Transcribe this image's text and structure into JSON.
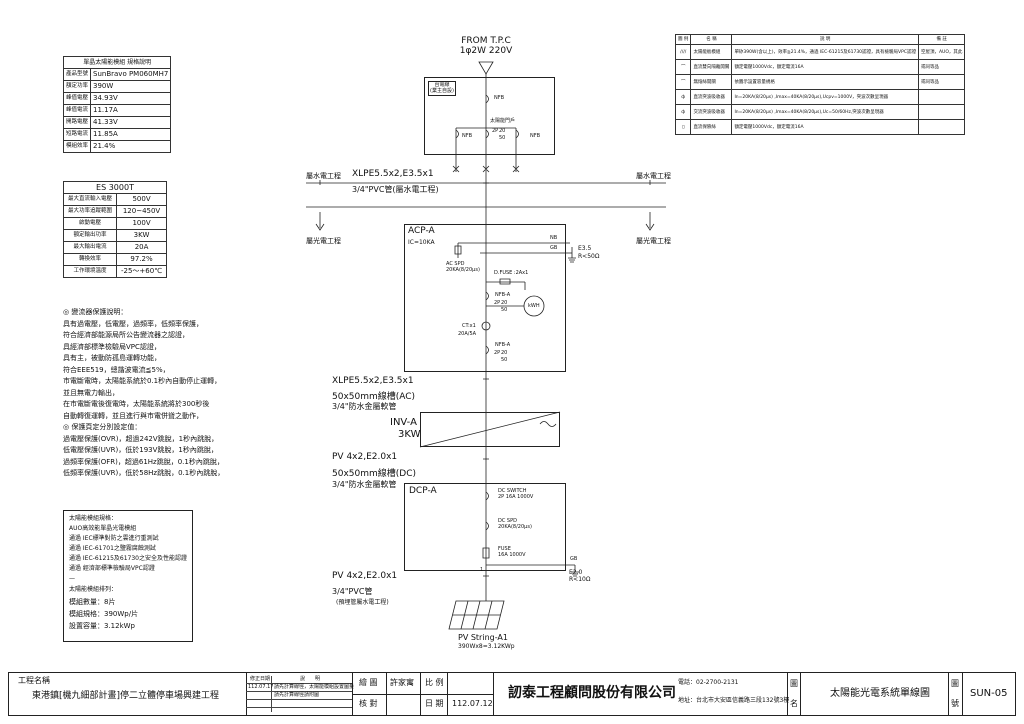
{
  "supply": {
    "from": "FROM T.P.C",
    "phase": "1φ2W 220V"
  },
  "tpc_box": {
    "note1": "台電線",
    "note2": "(業主自設)",
    "nfb_main": "NFB",
    "nfb_a": "NFB",
    "nfb_b": "NFB",
    "meter_note": "太陽能門戶",
    "meter_p": "2P",
    "meter_20": "20",
    "meter_50": "50"
  },
  "trunk": {
    "cable1": "XLPE5.5x2,E3.5x1",
    "conduit1": "3/4\"PVC管(屬水電工程)",
    "cable2": "XLPE5.5x2,E3.5x1",
    "cable2b": "50x50mm線槽(AC)",
    "conduit2": "3/4\"防水金屬軟管",
    "cable3": "PV 4x2,E2.0x1",
    "cable3b": "50x50mm線槽(DC)",
    "conduit3": "3/4\"防水金屬軟管",
    "cable4": "PV 4x2,E2.0x1",
    "conduit4": "3/4\"PVC管",
    "conduit4b": "(預埋管屬水電工程)"
  },
  "division": {
    "left_top": "屬水電工程",
    "left_bottom": "屬光電工程",
    "right_top": "屬水電工程",
    "right_bottom": "屬光電工程"
  },
  "acp": {
    "name": "ACP-A",
    "ic": "IC=10KA",
    "n": "NB",
    "gb": "GB",
    "ground1": "E3.5",
    "ground2": "R<50Ω",
    "spd1": "AC SPD",
    "spd2": "20KA(8/20μs)",
    "fuse": "D.FUSE :2Ax1",
    "nfb1": "NFB-A",
    "nfb1_p": "2P",
    "nfb1_20": "20",
    "nfb1_50": "50",
    "kwh": "kWH",
    "ct1": "CT:x1",
    "ct2": "20A/5A",
    "nfb2": "NFB-A",
    "nfb2_p": "2P",
    "nfb2_20": "20",
    "nfb2_50": "50"
  },
  "inverter": {
    "name": "INV-A",
    "rating": "3KW"
  },
  "dcp": {
    "name": "DCP-A",
    "sw1": "DC SWITCH",
    "sw2": "2P 16A 1000V",
    "spd1": "DC SPD",
    "spd2": "20KA(8/20μs)",
    "fuse1": "FUSE",
    "fuse2": "16A 1000V",
    "gb": "GB",
    "ground1": "E2.0",
    "ground2": "R<10Ω",
    "one": "1"
  },
  "pv": {
    "name": "PV String-A1",
    "spec": "390Wx8=3.12KWp"
  },
  "module_table": {
    "title": "單晶太陽能模組  規格說明",
    "rows": [
      {
        "k": "產品型號",
        "v": "SunBravo PM060MH7"
      },
      {
        "k": "額定功率",
        "v": "390W"
      },
      {
        "k": "峰值電壓",
        "v": "34.93V"
      },
      {
        "k": "峰值電流",
        "v": "11.17A"
      },
      {
        "k": "開路電壓",
        "v": "41.33V"
      },
      {
        "k": "短路電流",
        "v": "11.85A"
      },
      {
        "k": "模組效率",
        "v": "21.4%"
      }
    ]
  },
  "inverter_table": {
    "title": "ES 3000T",
    "rows": [
      {
        "k": "最大直流輸入電壓",
        "v": "500V"
      },
      {
        "k": "最大功率追蹤範圍",
        "v": "120~450V"
      },
      {
        "k": "啟動電壓",
        "v": "100V"
      },
      {
        "k": "額定輸出功率",
        "v": "3KW"
      },
      {
        "k": "最大輸出電流",
        "v": "20A"
      },
      {
        "k": "轉換效率",
        "v": "97.2%"
      },
      {
        "k": "工作環境溫度",
        "v": "-25～+60℃"
      }
    ]
  },
  "notes": {
    "lines": [
      "◎ 變流器保護說明：",
      "具有過電壓，低電壓，過頻率，低頻率保護，",
      "符合經濟部能源局所公告變流器之認證，",
      "具經濟部標準檢驗局VPC認證，",
      "具有主，被動防孤島運轉功能，",
      "符合EEE519，總諧波電流≦5%，",
      "市電斷電時，太陽能系統於0.1秒內自動停止運轉，",
      "並且無電力輸出，",
      "在市電斷電後復電時，太陽能系統將於300秒後",
      "自動轉復運轉，並且進行與市電併聳之動作，",
      "◎ 保護頁定分別設定值：",
      "過電壓保護(OVR)，超過242V跳脫，1秒內跳脫，",
      "低電壓保護(UVR)，低於193V跳脫，1秒內跳脫，",
      "過頻率保護(OFR)，超過61Hz跳脫，0.1秒內跳脫，",
      "低頻率保護(UVR)，低於58Hz跳脫，0.1秒內跳脫，"
    ]
  },
  "spec_box": {
    "lines": [
      "太陽能模組規格：",
      "AUO高效能單晶光電模組",
      "通過 IEC標準對防之雲進行重測試",
      "通過 IEC-61701之鹽霧腐蝕測試",
      "通過 IEC-61215及61730之安全及性能認證",
      "通過 經濟部標準檢驗局VPC認證",
      "—",
      "太陽能模組排列：",
      "模組數量：8片",
      "模組規格：390Wp/片",
      "設置容量：3.12kWp"
    ]
  },
  "legend": {
    "headers": [
      "圖 例",
      "名 稱",
      "說 明",
      "備 註"
    ],
    "rows": [
      {
        "name": "太陽能板模組",
        "desc": "單矽390W(含以上)，效率≧21.4%，通過 IEC-61215及61730認證，具有檢驗局VPC認證",
        "note": "空屋頂，AUO，其此"
      },
      {
        "name": "直流雙向隔離開關",
        "desc": "額定電壓1000Vdc，額定電流16A",
        "note": "或同等品"
      },
      {
        "name": "無熔絲開關",
        "desc": "依圖示設置容量規格",
        "note": "或同等品"
      },
      {
        "name": "直流突波吸收器",
        "desc": "In=20KA(8/20μs) ,Imax=40KA(8/20μs),Ucpv=1000V，突波次數呈現器",
        "note": ""
      },
      {
        "name": "交流突波吸收器",
        "desc": "In=20KA(8/20μs) ,Imax=40KA(8/20μs),Uc=50/60Hz,突波次數呈現器",
        "note": ""
      },
      {
        "name": "直流保險絲",
        "desc": "額定電壓1000Vdc，額定電流16A",
        "note": ""
      }
    ]
  },
  "titleblock": {
    "proj_label": "工程名稱",
    "proj_name": "東港鎮[機九細部計畫]停二立體停車場興建工程",
    "rev_h1": "修正日期",
    "rev_h2": "說　　明",
    "rev_date": "112.07.17",
    "rev1": "請先計算線徑，太陽能模組設置圖量",
    "rev2": "請先計算線徑請附圖",
    "draw_label": "繪 圖",
    "draw_name": "許家寓",
    "check_label": "核 對",
    "scale_label": "比 例",
    "date_label": "日 期",
    "date_value": "112.07.12",
    "company": "訒泰工程顧問股份有限公司",
    "tel": "電話：02-2700-2131",
    "addr": "地址：台北市大安區信義路三段132號3樓",
    "dwg_label1": "圖",
    "dwg_label2": "名",
    "dwg_title": "太陽能光電系統單線圖",
    "no_label1": "圖",
    "no_label2": "號",
    "dwg_no": "SUN-05"
  }
}
